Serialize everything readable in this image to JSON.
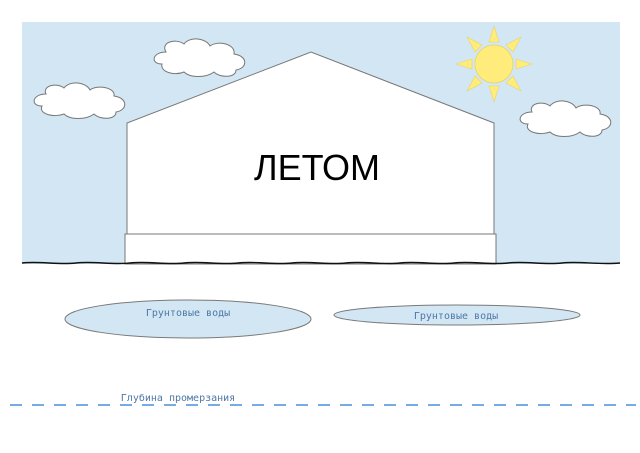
{
  "house": {
    "label": "ЛЕТОМ"
  },
  "groundwater": {
    "left_label": "Грунтовые воды",
    "right_label": "Грунтовые воды"
  },
  "frost_line": {
    "label": "Глубина промерзания"
  },
  "colors": {
    "sky": "#d2e6f4",
    "sun": "#ffec7a",
    "water": "#d2e6f4",
    "water_stroke": "#7a7a7a",
    "frost_line": "#4a8fd8",
    "label_text": "#4f78a6",
    "house_fill": "#ffffff",
    "house_stroke": "#777777",
    "ground_line": "#111111"
  }
}
